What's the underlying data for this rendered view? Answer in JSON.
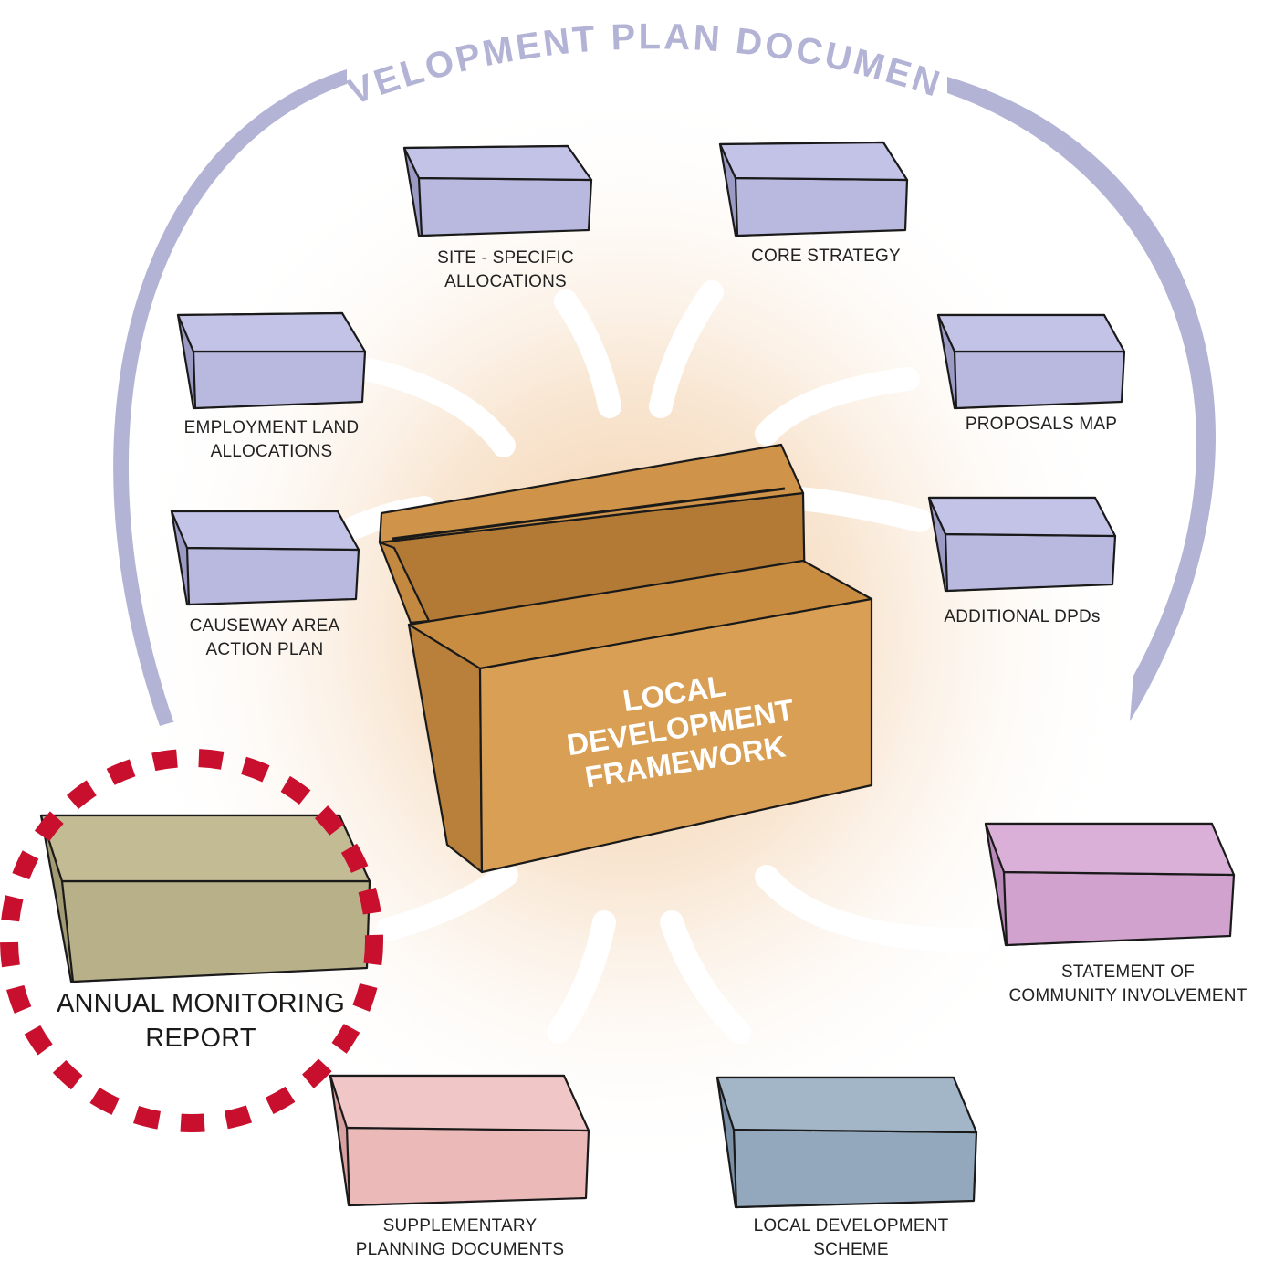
{
  "title": "DEVELOPMENT PLAN DOCUMENTS",
  "center": {
    "lines": [
      "LOCAL",
      "DEVELOPMENT",
      "FRAMEWORK"
    ]
  },
  "documents": {
    "site_specific": {
      "lines": [
        "SITE - SPECIFIC",
        "ALLOCATIONS"
      ]
    },
    "core_strategy": {
      "lines": [
        "CORE STRATEGY"
      ]
    },
    "employment_land": {
      "lines": [
        "EMPLOYMENT LAND",
        "ALLOCATIONS"
      ]
    },
    "proposals_map": {
      "lines": [
        "PROPOSALS MAP"
      ]
    },
    "causeway": {
      "lines": [
        "CAUSEWAY AREA",
        "ACTION PLAN"
      ]
    },
    "additional_dpds": {
      "lines": [
        "ADDITIONAL DPDs"
      ]
    },
    "annual_monitoring": {
      "lines": [
        "ANNUAL MONITORING",
        "REPORT"
      ]
    },
    "community_involvement": {
      "lines": [
        "STATEMENT OF",
        "COMMUNITY INVOLVEMENT"
      ]
    },
    "supplementary": {
      "lines": [
        "SUPPLEMENTARY",
        "PLANNING DOCUMENTS"
      ]
    },
    "local_scheme": {
      "lines": [
        "LOCAL DEVELOPMENT",
        "SCHEME"
      ]
    }
  },
  "colors": {
    "dpd_folder": "#b9b9e0",
    "arc": "#b3b3d6",
    "title_text": "#b3b3d6",
    "box": "#d9a055",
    "annual_monitoring": "#b7b088",
    "community_involvement": "#d2a2cf",
    "supplementary": "#ecb9b9",
    "local_scheme": "#93a8bc",
    "highlight_ring": "#c8102e"
  }
}
